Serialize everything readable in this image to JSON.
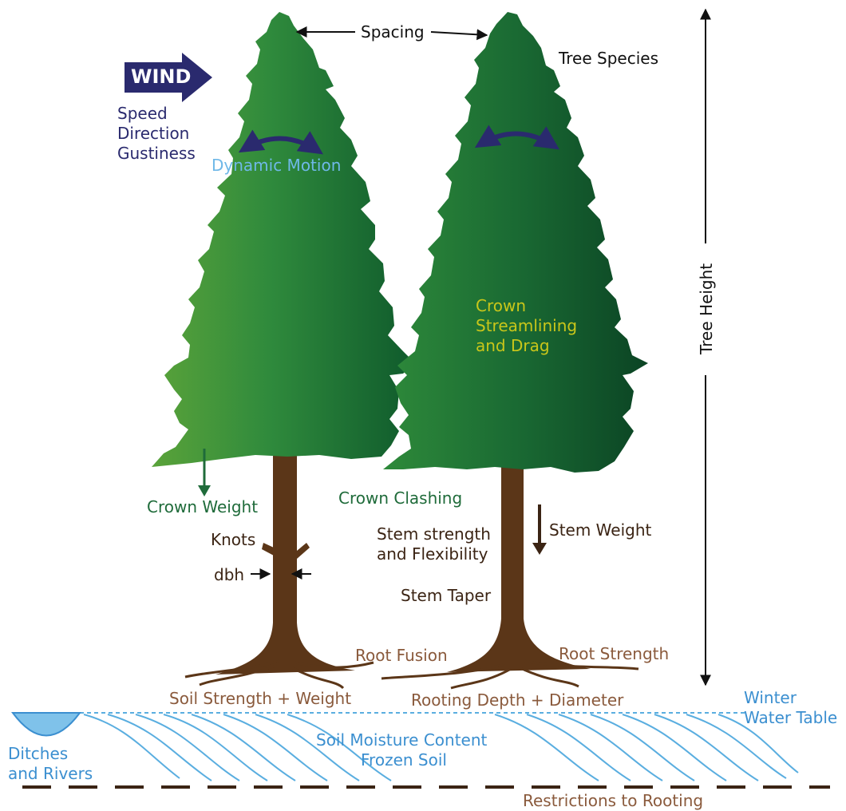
{
  "labels": {
    "wind": "WIND",
    "wind_factors": [
      "Speed",
      "Direction",
      "Gustiness"
    ],
    "spacing": "Spacing",
    "tree_species": "Tree Species",
    "dynamic_motion": "Dynamic Motion",
    "tree_height": "Tree Height",
    "crown_streamlining": [
      "Crown",
      "Streamlining",
      "and Drag"
    ],
    "crown_weight": "Crown Weight",
    "crown_clashing": "Crown Clashing",
    "knots": "Knots",
    "dbh": "dbh",
    "stem_strength": [
      "Stem strength",
      "and Flexibility"
    ],
    "stem_weight": "Stem Weight",
    "stem_taper": "Stem Taper",
    "root_fusion": "Root Fusion",
    "root_strength": "Root Strength",
    "soil_strength": "Soil Strength + Weight",
    "rooting_depth": "Rooting Depth + Diameter",
    "winter_water_table": [
      "Winter",
      "Water Table"
    ],
    "ditches_rivers": [
      "Ditches",
      "and Rivers"
    ],
    "soil_moisture": [
      "Soil Moisture Content",
      "Frozen Soil"
    ],
    "restrictions": "Restrictions to Rooting"
  },
  "colors": {
    "wind_arrow": "#2a2a6e",
    "crown_light": "#5aa33a",
    "crown_dark": "#0d4a26",
    "trunk": "#5b3618",
    "water": "#5aaee0",
    "crown_text": "#c9c61a",
    "dynamic_text": "#6fb8e8"
  }
}
